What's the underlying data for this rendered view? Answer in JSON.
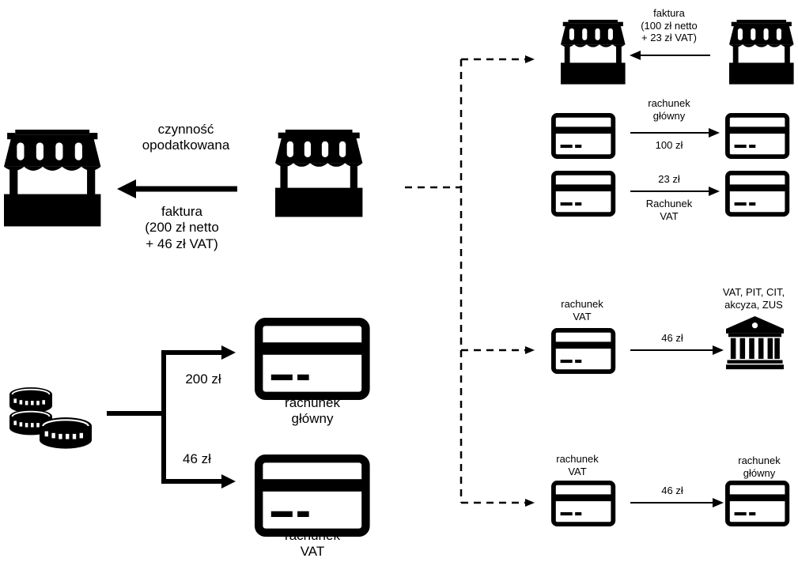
{
  "colors": {
    "ink": "#000000",
    "background": "#ffffff"
  },
  "icons": {
    "store": "store-icon",
    "card": "bank-card-icon",
    "coins": "coins-icon",
    "bank": "bank-building-icon"
  },
  "left": {
    "service_label_line1": "czynność",
    "service_label_line2": "opodatkowana",
    "invoice_line1": "faktura",
    "invoice_line2": "(200 zł netto",
    "invoice_line3": "+ 46 zł VAT)",
    "split_main_amount": "200 zł",
    "split_vat_amount": "46 zł",
    "main_account_line1": "rachunek",
    "main_account_line2": "główny",
    "vat_account_line1": "rachunek",
    "vat_account_line2": "VAT"
  },
  "right": {
    "purchase": {
      "invoice_line1": "faktura",
      "invoice_line2": "(100 zł netto",
      "invoice_line3": "+ 23 zł VAT)",
      "main_line1": "rachunek",
      "main_line2": "główny",
      "main_amount": "100 zł",
      "vat_amount": "23 zł",
      "vat_line1": "Rachunek",
      "vat_line2": "VAT"
    },
    "taxes": {
      "from_line1": "rachunek",
      "from_line2": "VAT",
      "amount": "46 zł",
      "to_line1": "VAT, PIT, CIT,",
      "to_line2": "akcyza, ZUS"
    },
    "transfer": {
      "from_line1": "rachunek",
      "from_line2": "VAT",
      "amount": "46 zł",
      "to_line1": "rachunek",
      "to_line2": "główny"
    }
  }
}
